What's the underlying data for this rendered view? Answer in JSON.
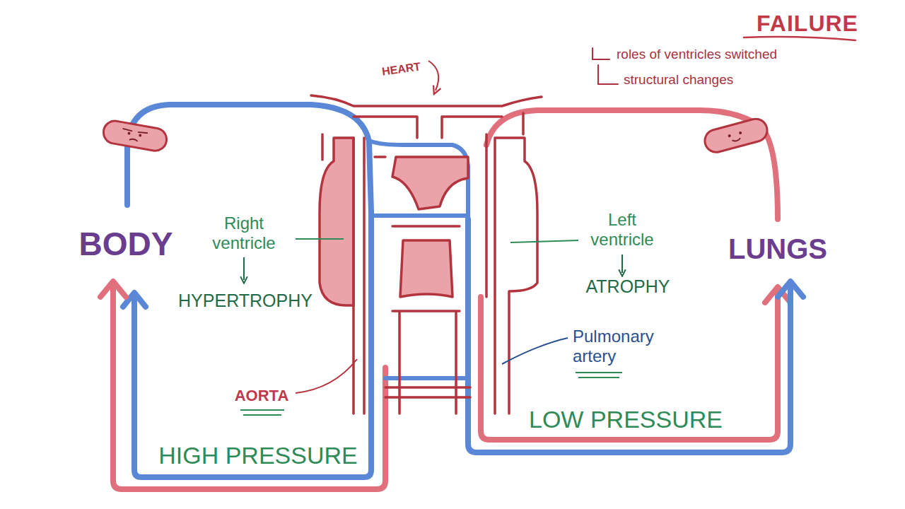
{
  "diagram": {
    "title": "FAILURE",
    "labels": [
      "roles of ventricles switched",
      "structural changes",
      "HEART",
      "BODY",
      "LUNGS",
      "Right ventricle",
      "HYPERTROPHY",
      "Left ventricle",
      "ATROPHY",
      "Pulmonary artery",
      "AORTA",
      "HIGH PRESSURE",
      "LOW PRESSURE"
    ]
  }
}
